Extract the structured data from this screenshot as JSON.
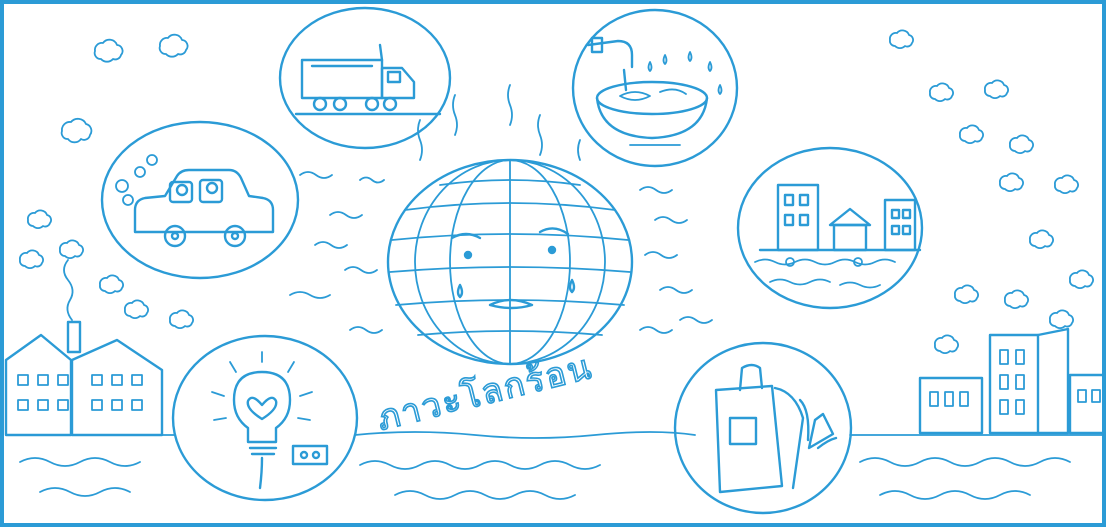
{
  "illustration": {
    "title_text": "ภาวะโลกร้อน",
    "ink_color": "#2b9bd6",
    "background_color": "#ffffff",
    "frame_color": "#2b9bd6",
    "subjects": [
      "earth-face",
      "car",
      "truck",
      "water-tap",
      "flooded-city",
      "light-bulb",
      "plastic-bags",
      "factory",
      "buildings",
      "clouds",
      "river"
    ]
  }
}
